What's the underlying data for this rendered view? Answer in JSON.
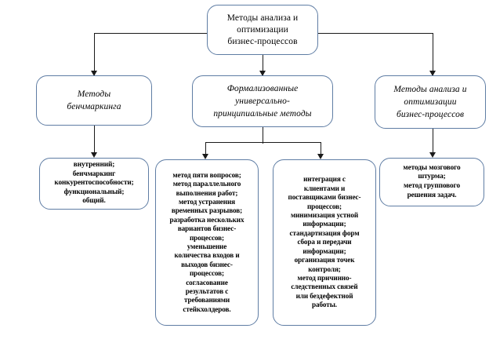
{
  "diagram": {
    "title_node": {
      "id": "root",
      "text": "Методы анализа и\nоптимизации\nбизнес-процессов"
    },
    "level2": [
      {
        "id": "benchmarking",
        "text": "Методы\nбенчмаркинга"
      },
      {
        "id": "formalized",
        "text": "Формализованные\nуниверсально-\nпринципиальные методы"
      },
      {
        "id": "analysis-optimization",
        "text": "Методы анализа и\nоптимизации\nбизнес-процессов"
      }
    ],
    "level3": [
      {
        "id": "benchmarking-items",
        "text": "внутренний;\nбенчмаркинг\nконкурентоспособности;\nфункциональный;\nобщий."
      },
      {
        "id": "formalized-items-left",
        "text": "метод пяти вопросов;\nметод параллельного\nвыполнения работ;\nметод устранения\nвременных разрывов;\nразработка нескольких\nвариантов бизнес-\nпроцессов;\nуменьшение\nколичества входов и\nвыходов бизнес-\nпроцессов;\nсогласование\nрезультатов с\nтребованиями\nстейкхолдеров."
      },
      {
        "id": "formalized-items-right",
        "text": "интеграция с\nклиентами и\nпоставщиками бизнес-\nпроцессов;\nминимизация устной\nинформации;\nстандартизация форм\nсбора и передачи\nинформации;\nорганизация точек\nконтроля;\nметод причинно-\nследственных связей\nили бездефектной\nработы."
      },
      {
        "id": "analysis-optimization-items",
        "text": "методы мозгового\nштурма;\nметод группового\nрешения задач."
      }
    ],
    "colors": {
      "box_border": "#5f7da4",
      "connector": "#1a1a1a",
      "background": "#ffffff",
      "text": "#000000"
    }
  }
}
